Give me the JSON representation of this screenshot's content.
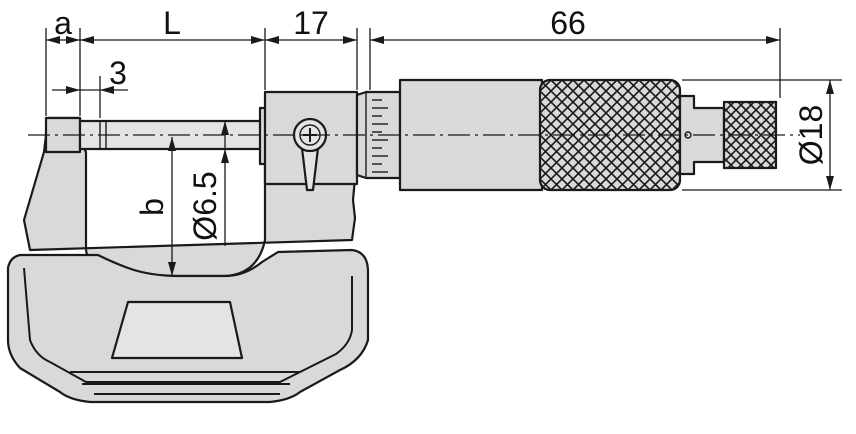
{
  "diagram": {
    "subject": "outside micrometer",
    "dimensions": {
      "a": "a",
      "L": "L",
      "d17": "17",
      "d66": "66",
      "d3": "3",
      "b": "b",
      "spindle_dia": "Ø6.5",
      "thimble_dia": "Ø18"
    },
    "colors": {
      "body": "#d9d9d9",
      "outline": "#1a1a1a",
      "background": "#ffffff"
    }
  }
}
